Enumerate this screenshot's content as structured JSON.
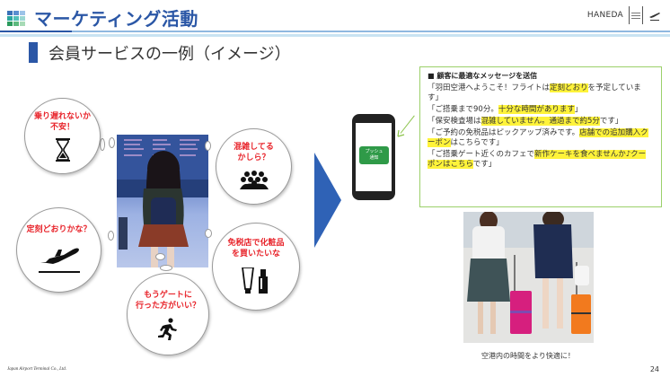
{
  "header": {
    "title": "マーケティング活動",
    "brand": "HANEDA",
    "icon_colors": [
      "#3a72b8",
      "#5a8fd0",
      "#9cc3e8",
      "#2ba6a0",
      "#51c0b8",
      "#9ad7d2",
      "#2a9a5c",
      "#5cb97e",
      "#a7dab6"
    ]
  },
  "subtitle": "会員サービスの一例（イメージ）",
  "bubbles": [
    {
      "text": "乗り遅れないか\n不安！",
      "icon": "hourglass-icon"
    },
    {
      "text": "混雑してる\nかしら？",
      "icon": "crowd-icon"
    },
    {
      "text": "定刻どおりかな？",
      "icon": "airplane-takeoff-icon"
    },
    {
      "text": "免税店で化粧品\nを買いたいな",
      "icon": "cosmetics-icon"
    },
    {
      "text": "もうゲートに\n行った方がいい？",
      "icon": "running-person-icon"
    }
  ],
  "phone": {
    "push_label_1": "プッシュ",
    "push_label_2": "通知"
  },
  "messages": {
    "heading": "■ 顧客に最適なメッセージを送信",
    "items": [
      {
        "segments": [
          {
            "t": "「羽田空港へようこそ！フライトは",
            "h": false
          },
          {
            "t": "定刻どおり",
            "h": true
          },
          {
            "t": "を予定しています」",
            "h": false
          }
        ]
      },
      {
        "segments": [
          {
            "t": "「ご搭乗まで90分。",
            "h": false
          },
          {
            "t": "十分な時間があります",
            "h": true
          },
          {
            "t": "」",
            "h": false
          }
        ]
      },
      {
        "segments": [
          {
            "t": "「保安検査場は",
            "h": false
          },
          {
            "t": "混雑していません。通過まで約5分",
            "h": true
          },
          {
            "t": "です」",
            "h": false
          }
        ]
      },
      {
        "segments": [
          {
            "t": "「ご予約の免税品はピックアップ済みです。",
            "h": false
          },
          {
            "t": "店舗での追加購入クーポン",
            "h": true
          },
          {
            "t": "はこちらです」",
            "h": false
          }
        ]
      },
      {
        "segments": [
          {
            "t": "「ご搭乗ゲート近くのカフェで",
            "h": false
          },
          {
            "t": "新作ケーキを食べませんか♪クーポンはこちら",
            "h": true
          },
          {
            "t": "です」",
            "h": false
          }
        ]
      }
    ]
  },
  "caption": "空港内の時間をより快適に！",
  "footer": {
    "company": "Japan Airport Terminal Co., Ltd.",
    "page": "24"
  },
  "colors": {
    "title_blue": "#2b57a6",
    "arrow_blue": "#2f62b6",
    "bubble_text_red": "#e8242b",
    "push_green": "#2f9a48",
    "box_border_green": "#9bd06a",
    "highlight_yellow": "#fff33a"
  }
}
